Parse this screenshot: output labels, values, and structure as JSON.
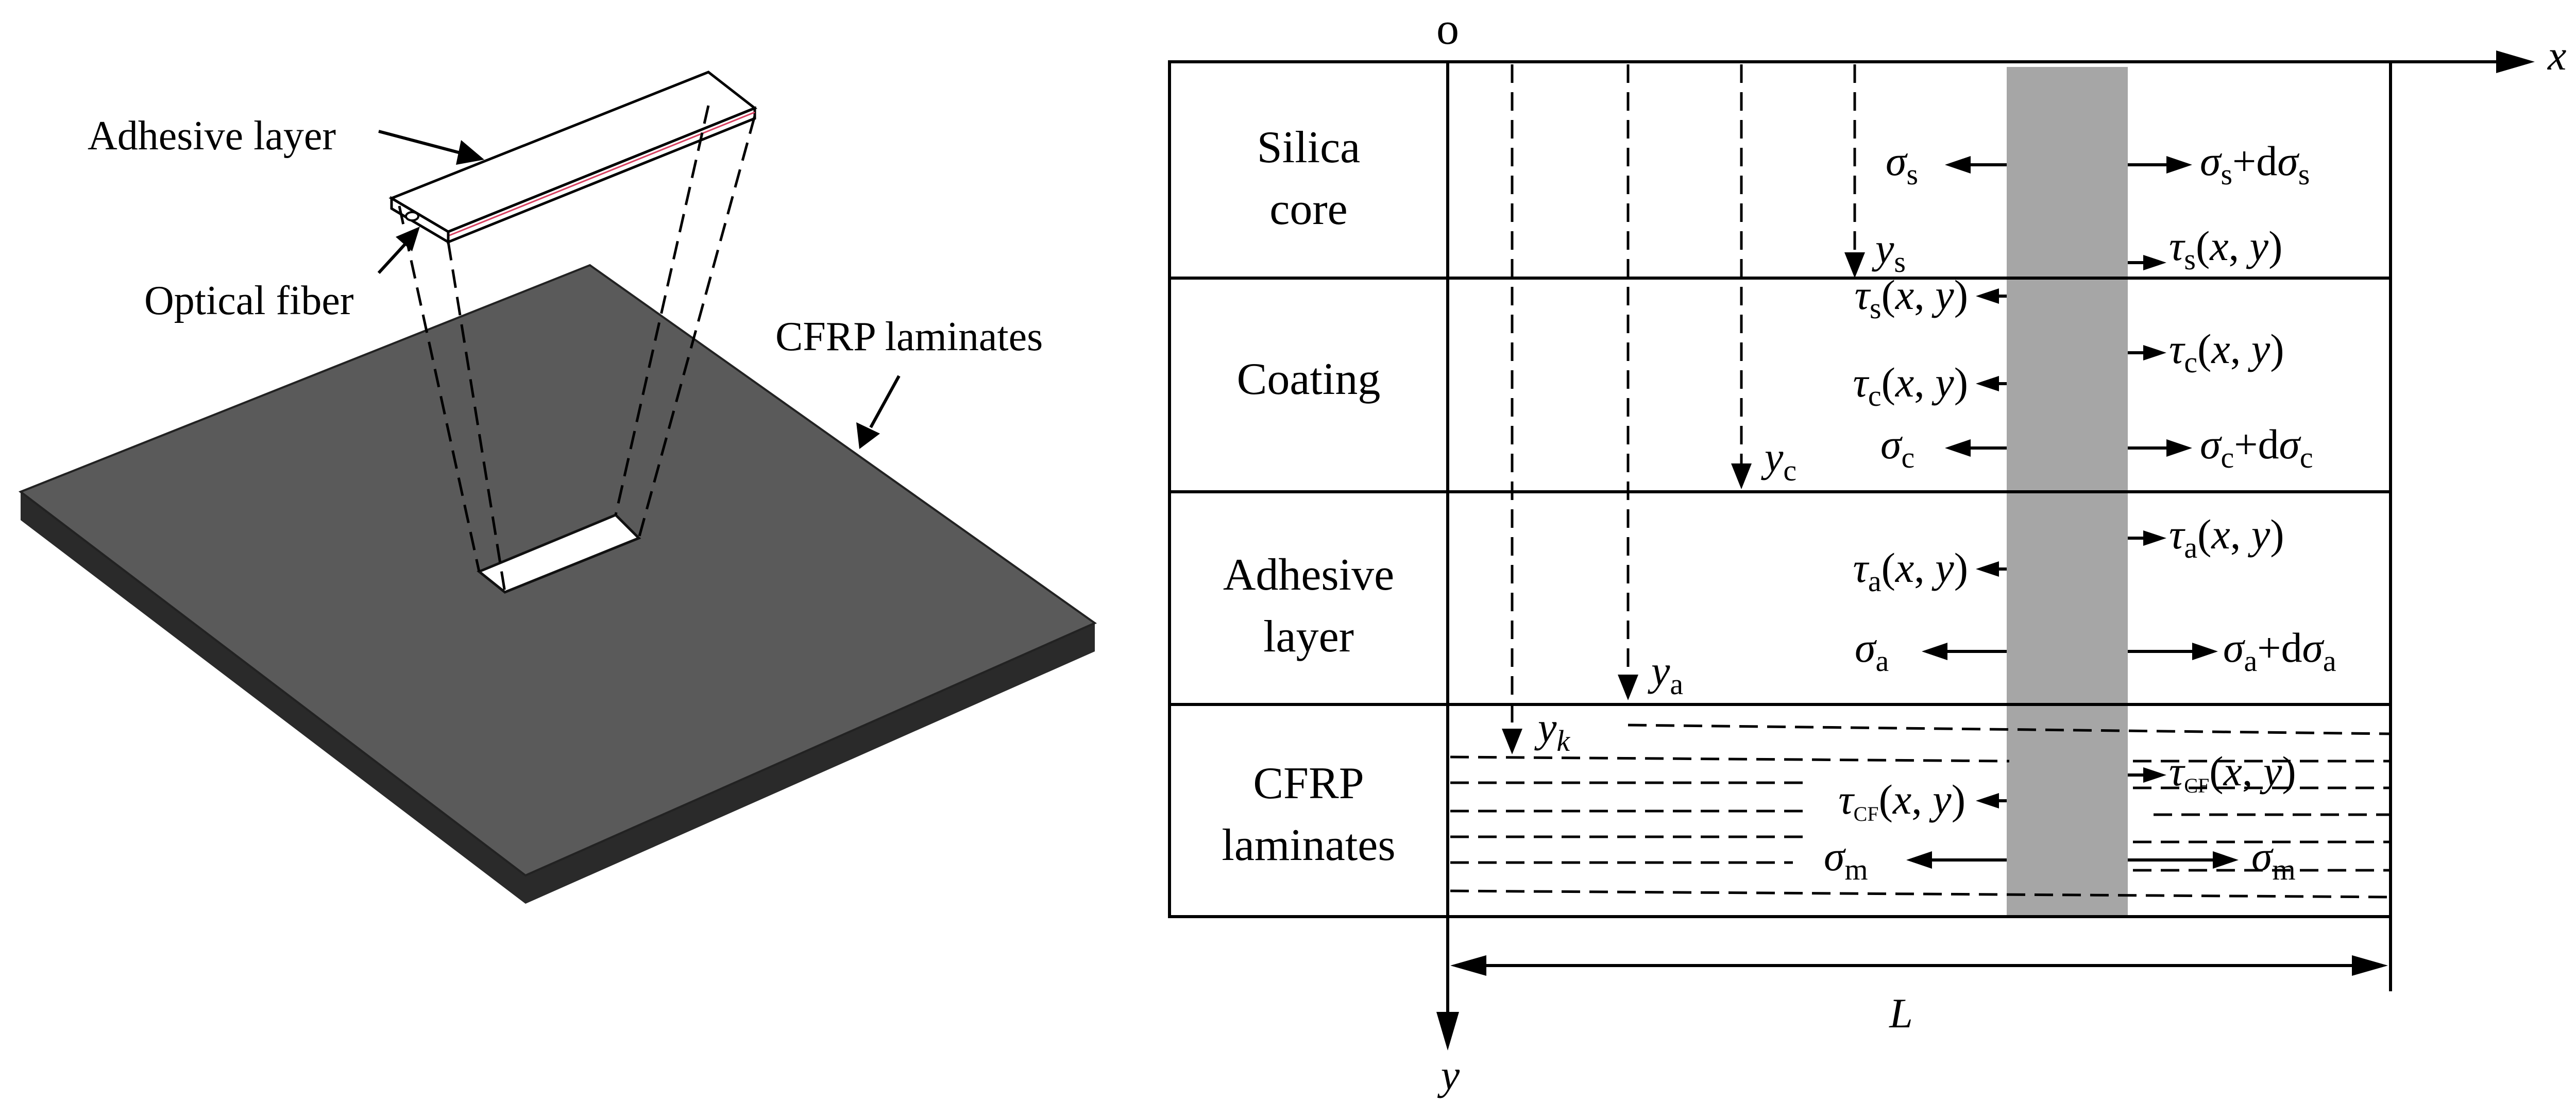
{
  "left_figure": {
    "labels": {
      "adhesive": "Adhesive layer",
      "fiber": "Optical fiber",
      "cfrp": "CFRP laminates"
    }
  },
  "right_figure": {
    "origin": "o",
    "axis_x": "x",
    "axis_y": "y",
    "length": "L",
    "layers": [
      {
        "line1": "Silica",
        "line2": "core"
      },
      {
        "line1": "Coating",
        "line2": ""
      },
      {
        "line1": "Adhesive",
        "line2": "layer"
      },
      {
        "line1": "CFRP",
        "line2": "laminates"
      }
    ],
    "depth_markers": {
      "s": "s",
      "c": "c",
      "a": "a",
      "k": "k"
    },
    "sym": {
      "sigma": "σ",
      "tau": "τ",
      "d": "d",
      "plus": "+"
    },
    "args": {
      "open": "(",
      "x": "x",
      "comma": ", ",
      "y": "y",
      "close": ")"
    },
    "subs": {
      "s": "s",
      "c": "c",
      "a": "a",
      "cf": "CF",
      "m": "m"
    }
  },
  "colors": {
    "plate_top": "#5a5a5a",
    "plate_edge": "#2a2a2a",
    "gray_strip": "#a6a6a6"
  }
}
